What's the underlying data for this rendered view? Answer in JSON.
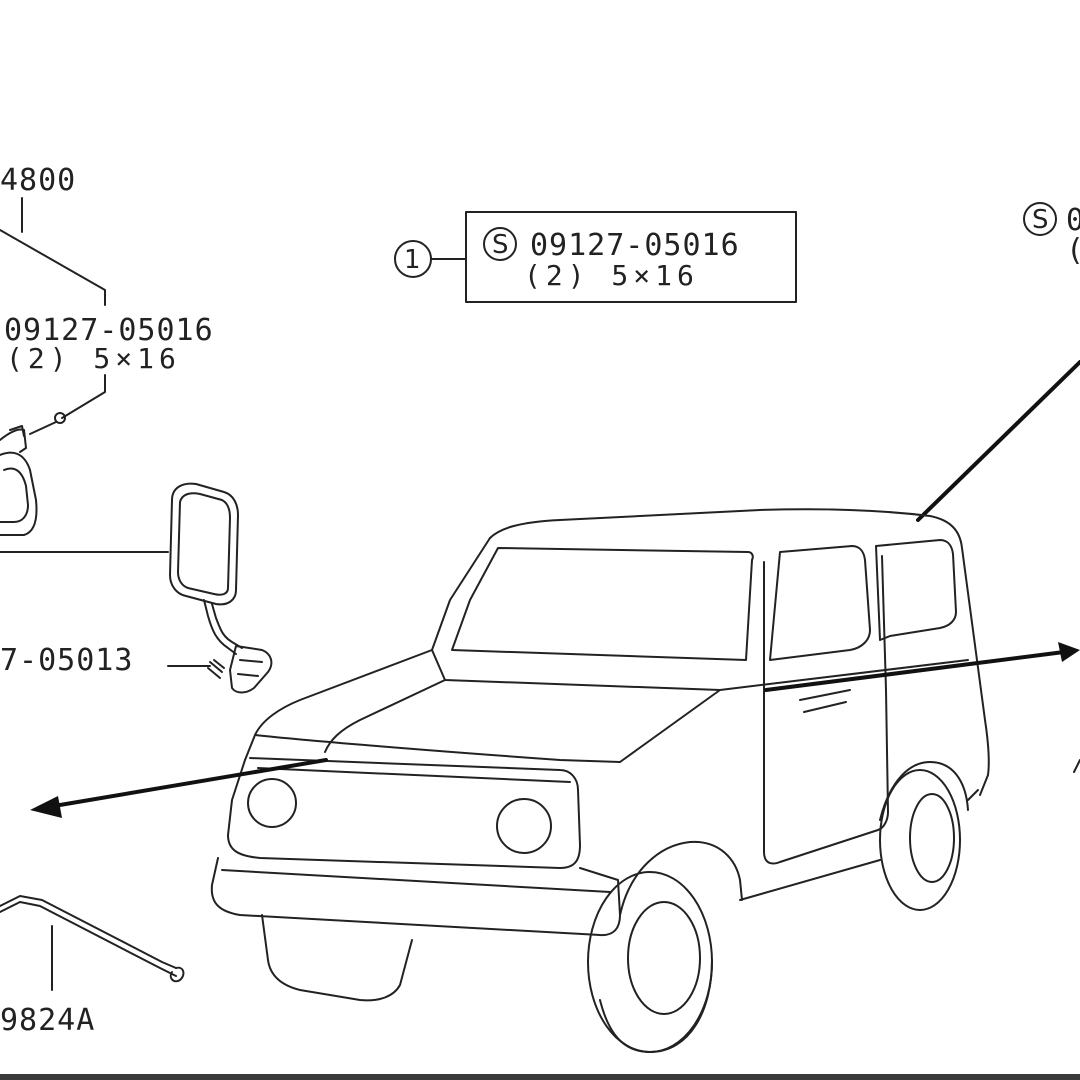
{
  "title": "",
  "callouts": {
    "top_left_part": "4800",
    "left_screw_part": "09127-05016",
    "left_screw_qty": "(2) 5×16",
    "box_ref_number": "1",
    "box_screw_symbol": "S",
    "box_screw_part": "09127-05016",
    "box_screw_qty": "(2) 5×16",
    "right_screw_symbol": "S",
    "right_screw_part_partial": "0",
    "right_screw_qty_partial": "(",
    "mirror_screw_part": "7-05013",
    "rod_part": "9824A"
  },
  "colors": {
    "ink": "#222222",
    "background": "#ffffff"
  }
}
